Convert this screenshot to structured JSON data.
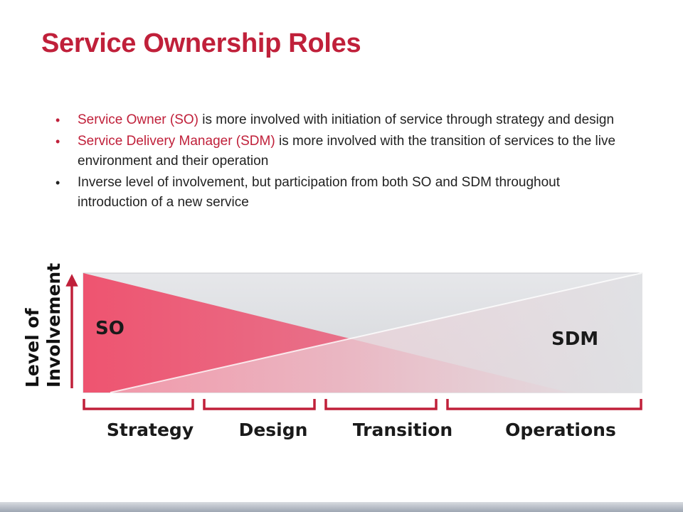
{
  "title": "Service Ownership Roles",
  "bullets": [
    {
      "highlight": "Service Owner (SO)",
      "text": " is more involved with initiation of service through strategy and design"
    },
    {
      "highlight": "Service Delivery Manager (SDM)",
      "text": " is more involved with the transition of services to the live environment and their operation"
    },
    {
      "highlight": "",
      "text": "Inverse level of involvement, but participation from both SO and SDM throughout introduction of a new service"
    }
  ],
  "diagram": {
    "y_axis_label_line1": "Level of",
    "y_axis_label_line2": "Involvement",
    "so_label": "SO",
    "sdm_label": "SDM",
    "phases": [
      "Strategy",
      "Design",
      "Transition",
      "Operations"
    ],
    "colors": {
      "accent": "#c0203a",
      "so_fill": "#ee5470",
      "sdm_fill": "#dcdde0"
    }
  }
}
